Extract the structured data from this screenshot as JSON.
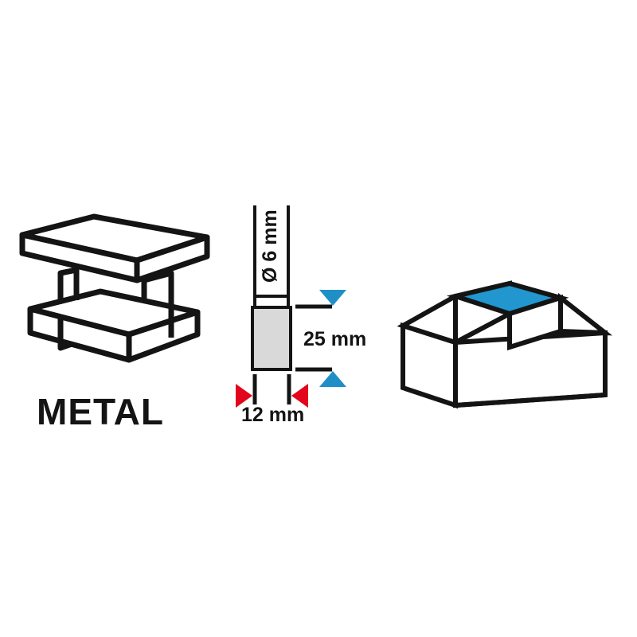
{
  "figure": {
    "title": "Router bit specification illustration",
    "background_color": "#ffffff"
  },
  "panels": {
    "material": {
      "name": "material-panel",
      "label": "METAL",
      "icon_name": "i-beam-icon",
      "stroke_color": "#141414",
      "fill_color": "#ffffff"
    },
    "bit": {
      "name": "router-bit-panel",
      "shank_label": "Ø 6 mm",
      "length_label": "25 mm",
      "width_label": "12 mm",
      "body_fill": "#d9d9d9",
      "stroke_color": "#141414",
      "length_marker_color": "#1f8fc6",
      "width_marker_color": "#e3051b"
    },
    "workpiece": {
      "name": "workpiece-panel",
      "highlight_color": "#2196cf",
      "face_fill": "#ffffff",
      "stroke_color": "#141414",
      "highlight_face_name": "machined-top-face"
    }
  },
  "dimensions": {
    "shank_diameter": "Ø 6 mm",
    "cutting_length": "25 mm",
    "cutting_diameter": "12 mm"
  }
}
